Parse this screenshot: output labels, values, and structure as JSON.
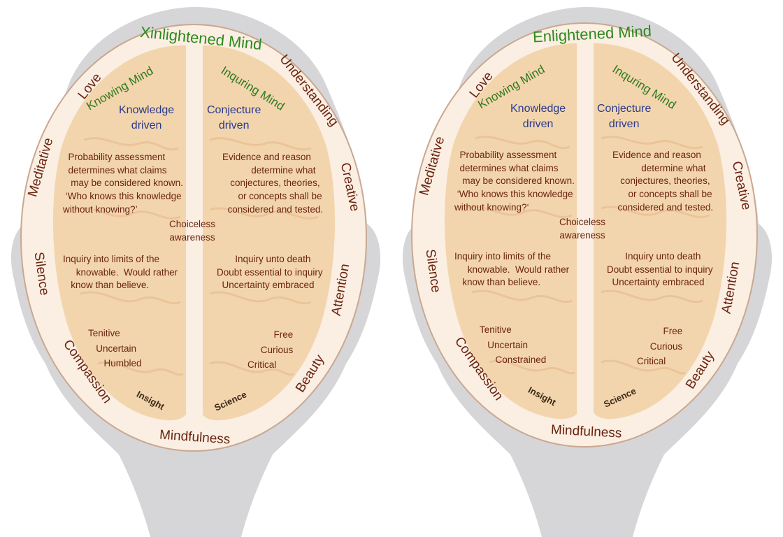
{
  "panels": [
    {
      "title": "Xinlightened Mind",
      "left_mind": "Knowing Mind",
      "right_mind": "Inquring Mind",
      "left_driver": "Knowledge\ndriven",
      "right_driver": "Conjecture\ndriven",
      "ring": {
        "love": "Love",
        "understanding": "Understanding",
        "meditative": "Meditative",
        "creative": "Creative",
        "silence": "Silence",
        "attention": "Attention",
        "compassion": "Compassion",
        "beauty": "Beauty",
        "mindfulness": "Mindfulness"
      },
      "left_claims": "  Probability assessment\n  determines what claims\n   may be considered known.\n ‘Who knows this knowledge\nwithout knowing?’",
      "right_claims": "Evidence and reason\n           determine what\n   conjectures, theories,\n      or concepts shall be\n  considered and tested.",
      "center": "Choiceless\nawareness",
      "left_inquiry": "Inquiry into limits of the\n     knowable.  Would rather\n   know than believe.",
      "right_inquiry": "       Inquiry unto death\nDoubt essential to inquiry\n  Uncertainty embraced",
      "left_traits": "Tenitive\n   Uncertain\n      Humbled",
      "right_traits": "          Free\n     Curious\nCritical",
      "insight": "Insight",
      "science": "Science"
    },
    {
      "title": "Enlightened Mind",
      "left_mind": "Knowing Mind",
      "right_mind": "Inquring Mind",
      "left_driver": "Knowledge\ndriven",
      "right_driver": "Conjecture\ndriven",
      "ring": {
        "love": "Love",
        "understanding": "Understanding",
        "meditative": "Meditative",
        "creative": "Creative",
        "silence": "Silence",
        "attention": "Attention",
        "compassion": "Compassion",
        "beauty": "Beauty",
        "mindfulness": "Mindfulness"
      },
      "left_claims": "  Probability assessment\n  determines what claims\n   may be considered known.\n ‘Who knows this knowledge\nwithout knowing?‘",
      "right_claims": "Evidence and reason\n           determine what\n   conjectures, theories,\n      or concepts shall be\n  considered and tested.",
      "center": "Choiceless\nawareness",
      "left_inquiry": "Inquiry into limits of the\n     knowable.  Would rather\n   know than believe.",
      "right_inquiry": "       Inquiry unto death\nDoubt essential to inquiry\n  Uncertainty embraced",
      "left_traits": "Tenitive\n   Uncertain\n      Constrained",
      "right_traits": "          Free\n     Curious\nCritical",
      "insight": "Insight",
      "science": "Science"
    }
  ],
  "colors": {
    "head": "#d6d6d8",
    "ring": "#fbeee2",
    "ring_border": "#c9a890",
    "brain": "#f2d2a8",
    "ring_text": "#6a2410",
    "green_text": "#2d8a1e",
    "blue_text": "#2a3a8a"
  }
}
